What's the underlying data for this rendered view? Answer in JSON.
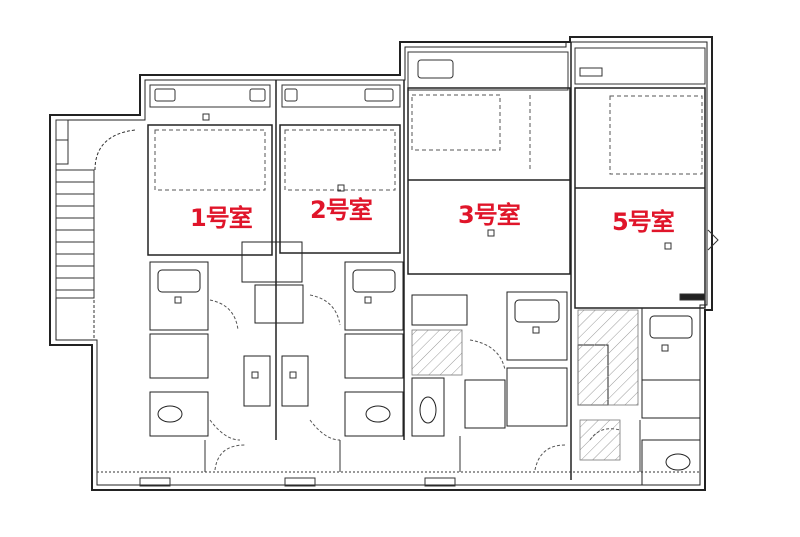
{
  "rooms": [
    {
      "id": "1",
      "label": "1号室"
    },
    {
      "id": "2",
      "label": "2号室"
    },
    {
      "id": "3",
      "label": "3号室"
    },
    {
      "id": "5",
      "label": "5号室"
    }
  ],
  "colors": {
    "wall": "#222222",
    "line": "#333333",
    "dash": "#555555",
    "label": "#e0152a",
    "hatch": "#888888"
  }
}
